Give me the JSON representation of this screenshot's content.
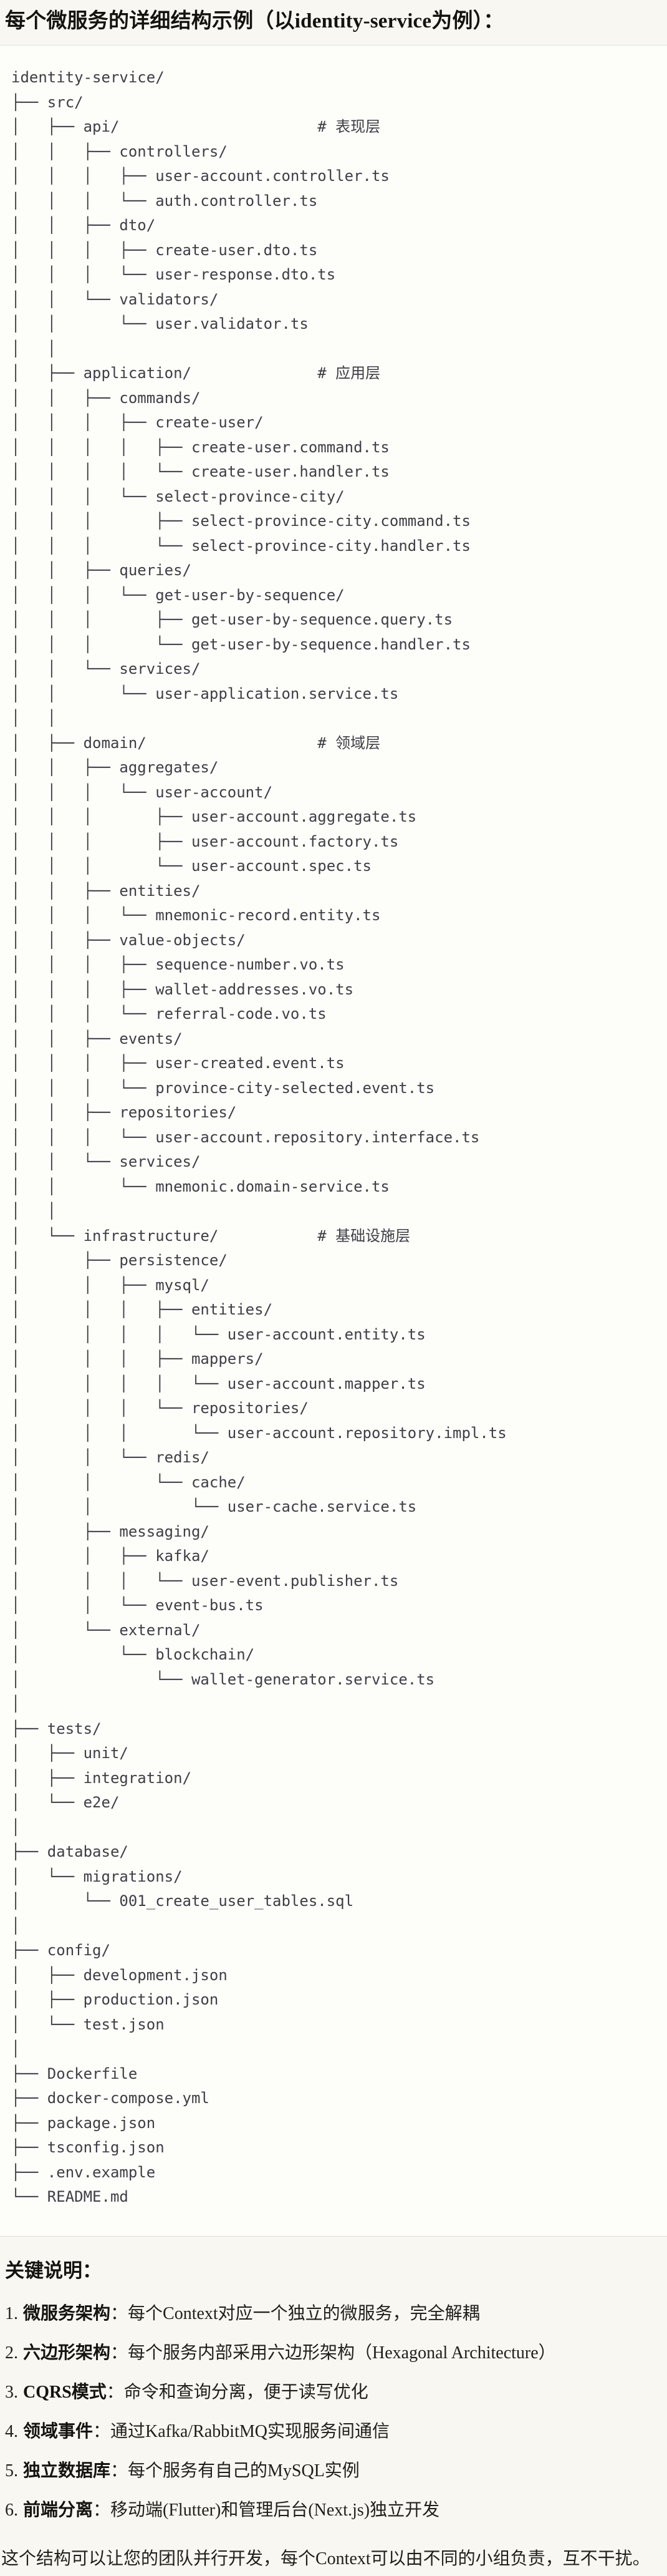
{
  "title": "每个微服务的详细结构示例（以identity-service为例）：",
  "colors": {
    "page_bg": "#F9F7F1",
    "code_bg": "#FDFDFA",
    "border": "#E3E1D9",
    "code_text": "#3E3E45",
    "body_text": "#211F1B"
  },
  "code_block": {
    "tree_lines": [
      "identity-service/",
      "├── src/",
      "│   ├── api/                      # 表现层",
      "│   │   ├── controllers/",
      "│   │   │   ├── user-account.controller.ts",
      "│   │   │   └── auth.controller.ts",
      "│   │   ├── dto/",
      "│   │   │   ├── create-user.dto.ts",
      "│   │   │   └── user-response.dto.ts",
      "│   │   └── validators/",
      "│   │       └── user.validator.ts",
      "│   │",
      "│   ├── application/              # 应用层",
      "│   │   ├── commands/",
      "│   │   │   ├── create-user/",
      "│   │   │   │   ├── create-user.command.ts",
      "│   │   │   │   └── create-user.handler.ts",
      "│   │   │   └── select-province-city/",
      "│   │   │       ├── select-province-city.command.ts",
      "│   │   │       └── select-province-city.handler.ts",
      "│   │   ├── queries/",
      "│   │   │   └── get-user-by-sequence/",
      "│   │   │       ├── get-user-by-sequence.query.ts",
      "│   │   │       └── get-user-by-sequence.handler.ts",
      "│   │   └── services/",
      "│   │       └── user-application.service.ts",
      "│   │",
      "│   ├── domain/                   # 领域层",
      "│   │   ├── aggregates/",
      "│   │   │   └── user-account/",
      "│   │   │       ├── user-account.aggregate.ts",
      "│   │   │       ├── user-account.factory.ts",
      "│   │   │       └── user-account.spec.ts",
      "│   │   ├── entities/",
      "│   │   │   └── mnemonic-record.entity.ts",
      "│   │   ├── value-objects/",
      "│   │   │   ├── sequence-number.vo.ts",
      "│   │   │   ├── wallet-addresses.vo.ts",
      "│   │   │   └── referral-code.vo.ts",
      "│   │   ├── events/",
      "│   │   │   ├── user-created.event.ts",
      "│   │   │   └── province-city-selected.event.ts",
      "│   │   ├── repositories/",
      "│   │   │   └── user-account.repository.interface.ts",
      "│   │   └── services/",
      "│   │       └── mnemonic.domain-service.ts",
      "│   │",
      "│   └── infrastructure/           # 基础设施层",
      "│       ├── persistence/",
      "│       │   ├── mysql/",
      "│       │   │   ├── entities/",
      "│       │   │   │   └── user-account.entity.ts",
      "│       │   │   ├── mappers/",
      "│       │   │   │   └── user-account.mapper.ts",
      "│       │   │   └── repositories/",
      "│       │   │       └── user-account.repository.impl.ts",
      "│       │   └── redis/",
      "│       │       └── cache/",
      "│       │           └── user-cache.service.ts",
      "│       ├── messaging/",
      "│       │   ├── kafka/",
      "│       │   │   └── user-event.publisher.ts",
      "│       │   └── event-bus.ts",
      "│       └── external/",
      "│           └── blockchain/",
      "│               └── wallet-generator.service.ts",
      "│",
      "├── tests/",
      "│   ├── unit/",
      "│   ├── integration/",
      "│   └── e2e/",
      "│",
      "├── database/",
      "│   └── migrations/",
      "│       └── 001_create_user_tables.sql",
      "│",
      "├── config/",
      "│   ├── development.json",
      "│   ├── production.json",
      "│   └── test.json",
      "│",
      "├── Dockerfile",
      "├── docker-compose.yml",
      "├── package.json",
      "├── tsconfig.json",
      "├── .env.example",
      "└── README.md"
    ]
  },
  "notes": {
    "heading": "关键说明：",
    "items": [
      {
        "number": "1.",
        "label": "微服务架构",
        "text": "：每个Context对应一个独立的微服务，完全解耦"
      },
      {
        "number": "2.",
        "label": "六边形架构",
        "text": "：每个服务内部采用六边形架构（Hexagonal Architecture）"
      },
      {
        "number": "3.",
        "label": "CQRS模式",
        "text": "：命令和查询分离，便于读写优化"
      },
      {
        "number": "4.",
        "label": "领域事件",
        "text": "：通过Kafka/RabbitMQ实现服务间通信"
      },
      {
        "number": "5.",
        "label": "独立数据库",
        "text": "：每个服务有自己的MySQL实例"
      },
      {
        "number": "6.",
        "label": "前端分离",
        "text": "：移动端(Flutter)和管理后台(Next.js)独立开发"
      }
    ]
  },
  "closing": "这个结构可以让您的团队并行开发，每个Context可以由不同的小组负责，互不干扰。"
}
